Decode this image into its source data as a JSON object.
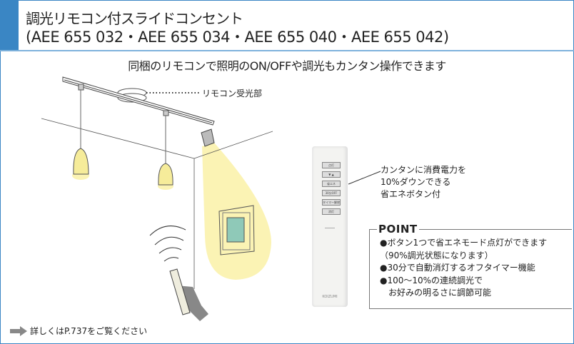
{
  "header": {
    "title": "調光リモコン付スライドコンセント",
    "models": "(AEE 655 032・AEE 655 034・AEE 655 040・AEE 655 042)"
  },
  "subtitle": "同梱のリモコンで照明のON/OFFや調光もカンタン操作できます",
  "illustration": {
    "receiver_label": "リモコン受光部"
  },
  "remote": {
    "buttons": [
      "点灯",
      "▼ ▲",
      "省エネ",
      "30分OFF",
      "タイマー解除",
      "消灯"
    ],
    "brand": "KOIZUMI"
  },
  "callout": [
    "カンタンに消費電力を",
    "10%ダウンできる",
    "省エネボタン付"
  ],
  "point": {
    "title": "POINT",
    "items": [
      "●ボタン1つで省エネモード点灯ができます",
      "（90%調光状態になります）",
      "●30分で自動消灯するオフタイマー機能",
      "●100〜10%の連続調光で",
      "　お好みの明るさに調節可能"
    ]
  },
  "footer": {
    "text": "詳しくはP.737をご覧ください"
  },
  "colors": {
    "accent": "#3a86c4",
    "light": "#fbf3b4",
    "picture": "#8fc9b8"
  }
}
